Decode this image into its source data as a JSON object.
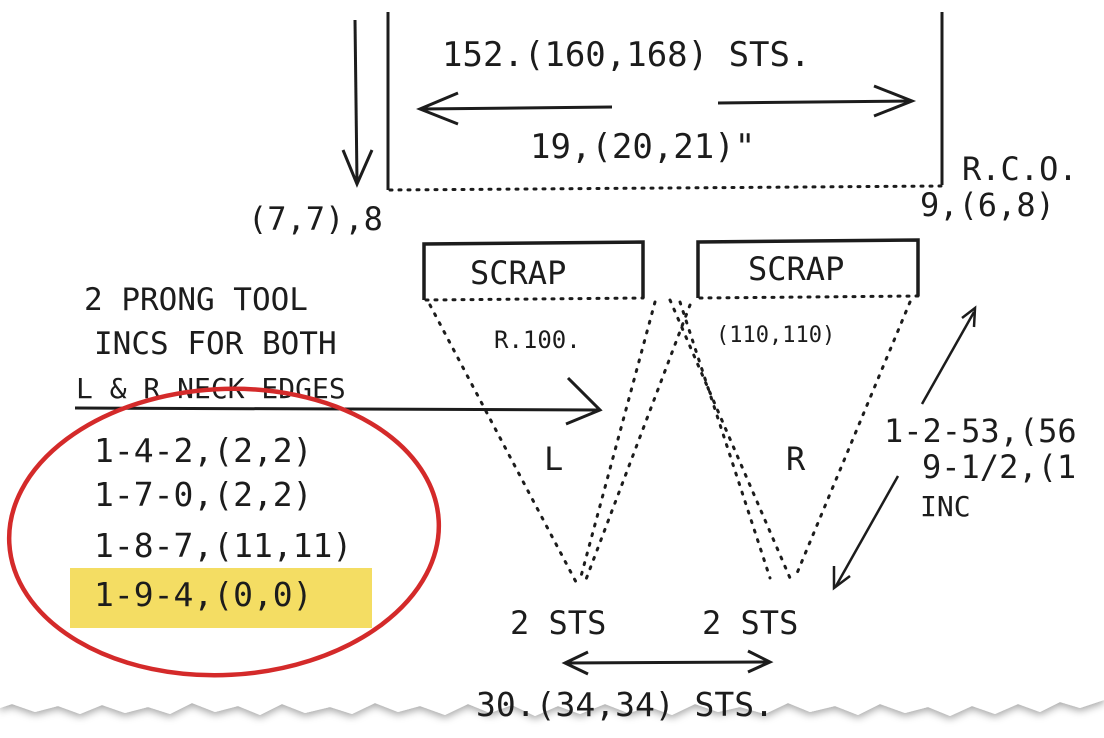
{
  "top_box": {
    "stitches": "152.(160,168) STS.",
    "width": "19,(20,21)\""
  },
  "corner_left": "(7,7),8",
  "corner_right": "9,(6,8)",
  "rco": "R.C.O.",
  "scrap_left": {
    "label": "SCRAP",
    "rows": "R.100."
  },
  "scrap_right": {
    "label": "SCRAP",
    "rows": "(110,110)"
  },
  "tool_note": [
    "2 PRONG TOOL",
    "INCS FOR BOTH",
    "L & R NECK EDGES"
  ],
  "left_sequence": [
    "1-4-2,(2,2)",
    "1-7-0,(2,2)",
    "1-8-7,(11,11)",
    "1-9-4,(0,0)"
  ],
  "left_side_label": "L",
  "right_side_label": "R",
  "right_note": [
    "1-2-53,(56",
    "9-1/2,(1",
    "INC"
  ],
  "bottom_left": "2 STS",
  "bottom_right": "2 STS",
  "bottom_total": "30.(34,34) STS.",
  "colors": {
    "ink": "#1c1c1c",
    "highlight": "#f4dd63",
    "circle": "#d42a2a"
  }
}
